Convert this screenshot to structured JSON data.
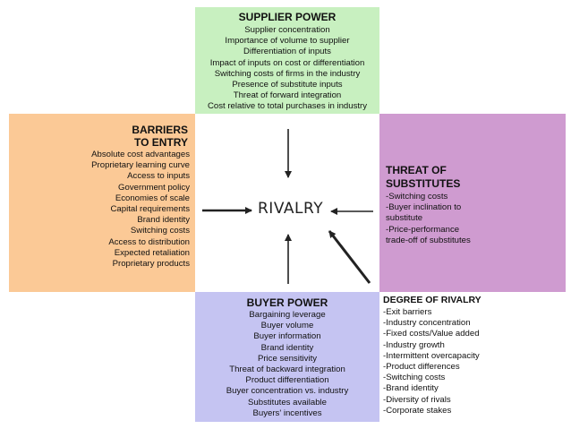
{
  "supplier_power": {
    "title": "SUPPLIER POWER",
    "items": [
      "Supplier concentration",
      "Importance of volume to supplier",
      "Differentiation of inputs",
      "Impact of inputs on cost or differentiation",
      "Switching costs of firms in the industry",
      "Presence of substitute inputs",
      "Threat of forward integration",
      "Cost relative to total purchases in industry"
    ]
  },
  "barriers_to_entry": {
    "title_line1": "BARRIERS",
    "title_line2": "TO ENTRY",
    "items": [
      "Absolute cost advantages",
      "Proprietary learning curve",
      "Access to inputs",
      "Government policy",
      "Economies of scale",
      "Capital requirements",
      "Brand identity",
      "Switching costs",
      "Access to distribution",
      "Expected retaliation",
      "Proprietary products"
    ]
  },
  "threat_of_substitutes": {
    "title_line1": "THREAT OF",
    "title_line2": "SUBSTITUTES",
    "items": [
      "-Switching costs",
      "-Buyer inclination to",
      "substitute",
      "-Price-performance",
      "trade-off of substitutes"
    ]
  },
  "buyer_power": {
    "title": "BUYER POWER",
    "items": [
      "Bargaining leverage",
      "Buyer volume",
      "Buyer information",
      "Brand identity",
      "Price sensitivity",
      "Threat of backward integration",
      "Product differentiation",
      "Buyer concentration vs. industry",
      "Substitutes available",
      "Buyers' incentives"
    ]
  },
  "degree_of_rivalry": {
    "title": "DEGREE OF RIVALRY",
    "items": [
      "-Exit barriers",
      "-Industry concentration",
      "-Fixed costs/Value added",
      "-Industry growth",
      "-Intermittent overcapacity",
      "-Product differences",
      "-Switching costs",
      "-Brand identity",
      "-Diversity of rivals",
      "-Corporate stakes"
    ]
  },
  "center": {
    "label": "RIVALRY"
  }
}
